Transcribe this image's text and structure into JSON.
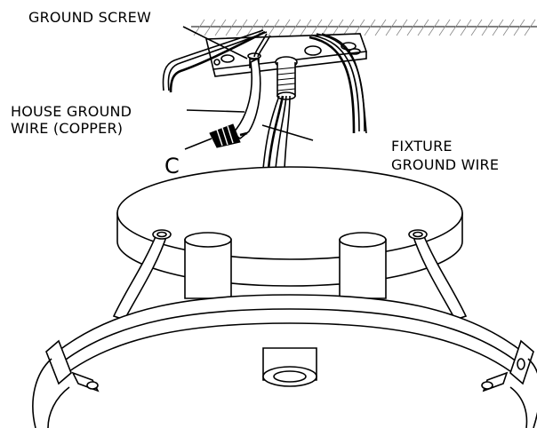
{
  "labels": {
    "ground_screw": "GROUND SCREW",
    "house_ground_line1": "HOUSE GROUND",
    "house_ground_line2": "WIRE (COPPER)",
    "connector_c": "C",
    "fixture_ground_line1": "FIXTURE",
    "fixture_ground_line2": "GROUND WIRE"
  },
  "colors": {
    "line": "#000000",
    "background": "#ffffff",
    "ceiling_hatch": "#888888"
  }
}
